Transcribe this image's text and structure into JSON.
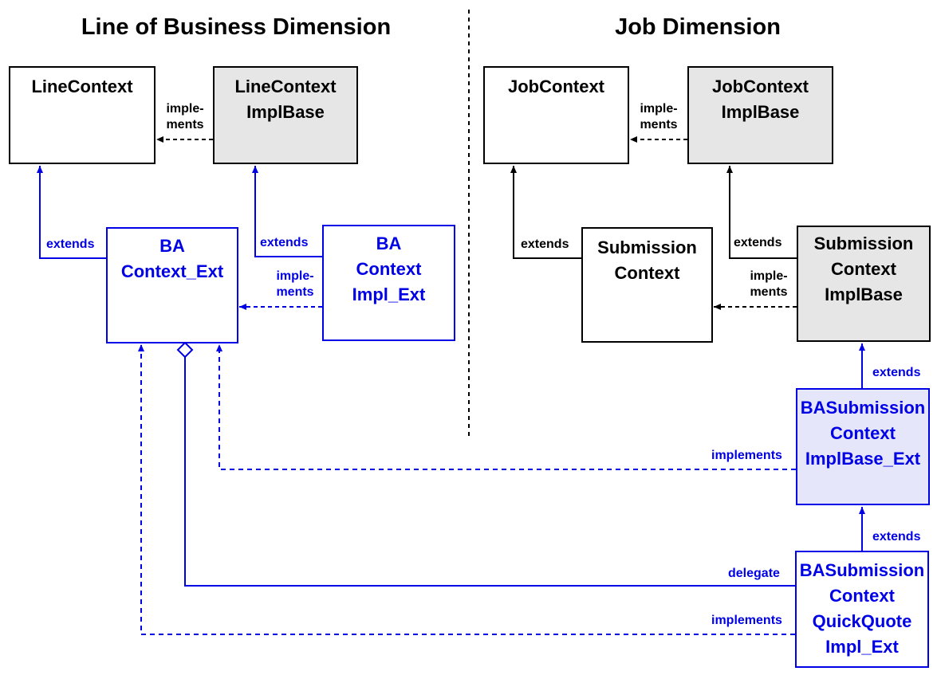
{
  "headings": {
    "left": "Line of Business Dimension",
    "right": "Job Dimension"
  },
  "boxes": {
    "line_context": [
      "LineContext"
    ],
    "line_context_impl_base": [
      "LineContext",
      "ImplBase"
    ],
    "ba_context_ext": [
      "BA",
      "Context_Ext"
    ],
    "ba_context_impl_ext": [
      "BA",
      "Context",
      "Impl_Ext"
    ],
    "job_context": [
      "JobContext"
    ],
    "job_context_impl_base": [
      "JobContext",
      "ImplBase"
    ],
    "submission_context": [
      "Submission",
      "Context"
    ],
    "submission_context_impl_base": [
      "Submission",
      "Context",
      "ImplBase"
    ],
    "ba_submission_context_impl_base_ext": [
      "BASubmission",
      "Context",
      "ImplBase_Ext"
    ],
    "ba_submission_context_quickquote_impl_ext": [
      "BASubmission",
      "Context",
      "QuickQuote",
      "Impl_Ext"
    ]
  },
  "labels": {
    "implements_line": [
      "imple-",
      "ments"
    ],
    "extends_ba_context": "extends",
    "extends_ba_impl": "extends",
    "implements_ba_impl": [
      "imple-",
      "ments"
    ],
    "implements_job": [
      "imple-",
      "ments"
    ],
    "extends_submission": "extends",
    "extends_submission_impl": "extends",
    "implements_submission": [
      "imple-",
      "ments"
    ],
    "extends_ba_submission_impl_base": "extends",
    "implements_ba_submission_impl_base": "implements",
    "extends_quickquote": "extends",
    "delegate_quickquote": "delegate",
    "implements_quickquote": "implements"
  },
  "colors": {
    "black": "#000000",
    "blue": "#0000e6",
    "gray_fill": "#e6e6e6",
    "lavender_fill": "#e6e6fa"
  }
}
